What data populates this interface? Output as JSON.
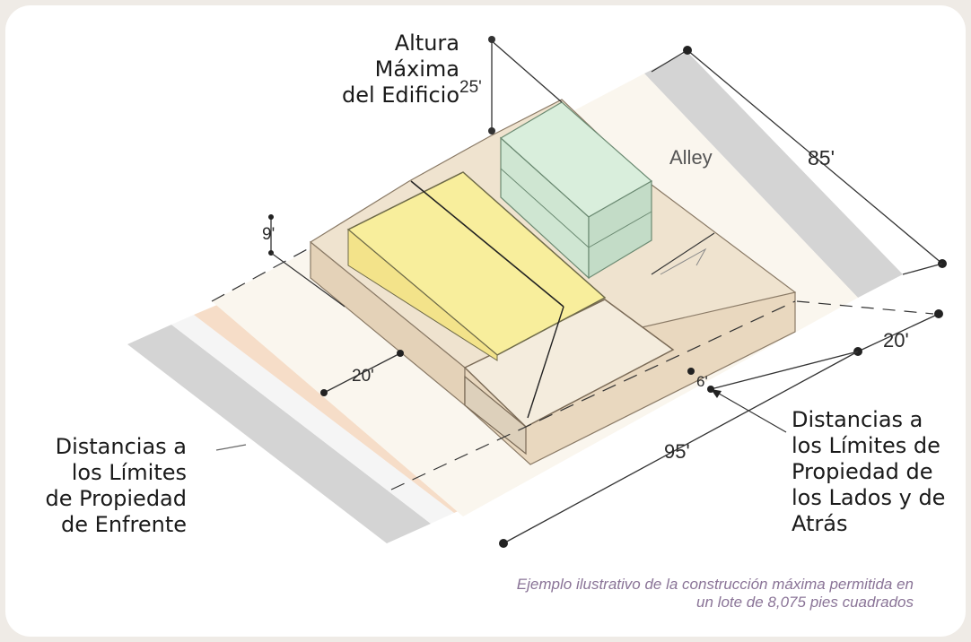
{
  "labels": {
    "height": "Altura\nMáxima\ndel Edificio",
    "front": "Distancias a\nlos Límites\nde Propiedad\nde Enfrente",
    "sides": "Distancias a\nlos Límites de\nPropiedad de\nlos Lados y de\nAtrás"
  },
  "dimensions": {
    "height": "25'",
    "width": "85'",
    "alley": "Alley",
    "side_setback": "9'",
    "front_setback": "20'",
    "rear_setback": "20'",
    "small_side": "6'",
    "depth": "95'"
  },
  "caption": "Ejemplo ilustrativo de la construcción máxima permitida en\nun lote de 8,075 pies cuadrados",
  "colors": {
    "background": "#efebe6",
    "card": "#ffffff",
    "alley_gray": "#d4d4d4",
    "envelope_tan": "#e9d8bf",
    "building_yellow": "#f8ee9c",
    "building_green": "#cfe6d2",
    "sidewalk_peach": "#f6ddc8",
    "caption_purple": "#8a7497"
  }
}
